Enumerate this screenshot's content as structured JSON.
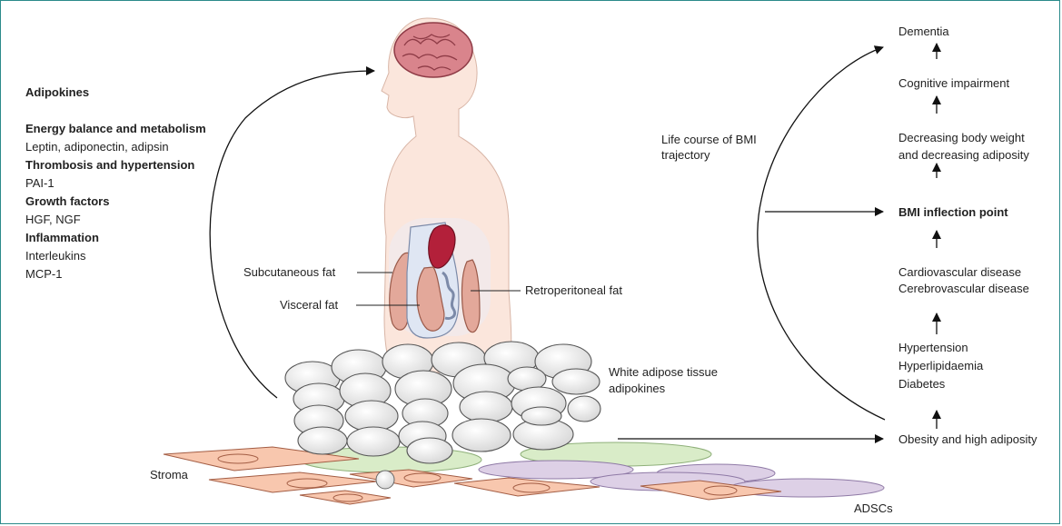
{
  "figure": {
    "adipokines": {
      "heading": "Adipokines",
      "groups": [
        {
          "title": "Energy balance and metabolism",
          "items": "Leptin, adiponectin, adipsin"
        },
        {
          "title": "Thrombosis and hypertension",
          "items": "PAI-1"
        },
        {
          "title": "Growth factors",
          "items": "HGF, NGF"
        },
        {
          "title": "Inflammation",
          "items": "Interleukins"
        }
      ],
      "extra_item": "MCP-1"
    },
    "body_labels": {
      "subcutaneous": "Subcutaneous fat",
      "visceral": "Visceral fat",
      "retroperitoneal": "Retroperitoneal fat"
    },
    "tissue_labels": {
      "wat_line1": "White adipose tissue",
      "wat_line2": "adipokines",
      "stroma": "Stroma",
      "adscs": "ADSCs"
    },
    "life_course": {
      "line1": "Life course of BMI",
      "line2": "trajectory"
    },
    "trajectory": {
      "dementia": "Dementia",
      "cognitive": "Cognitive impairment",
      "decreasing1": "Decreasing body weight",
      "decreasing2": "and decreasing adiposity",
      "inflection": "BMI inflection point",
      "cardio": "Cardiovascular disease",
      "cerebro": "Cerebrovascular disease",
      "hypertension": "Hypertension",
      "hyperlipidaemia": "Hyperlipidaemia",
      "diabetes": "Diabetes",
      "obesity": "Obesity and high adiposity"
    },
    "colors": {
      "frame": "#2b8a8a",
      "skin": "#fbe6dc",
      "fat": "#e3a89a",
      "organ": "#b3203a",
      "cell": "#eeeeee",
      "stroma_green": "#d9ecc8",
      "stroma_purple": "#ddd0e6",
      "stroma_orange": "#f8c7ae"
    }
  }
}
